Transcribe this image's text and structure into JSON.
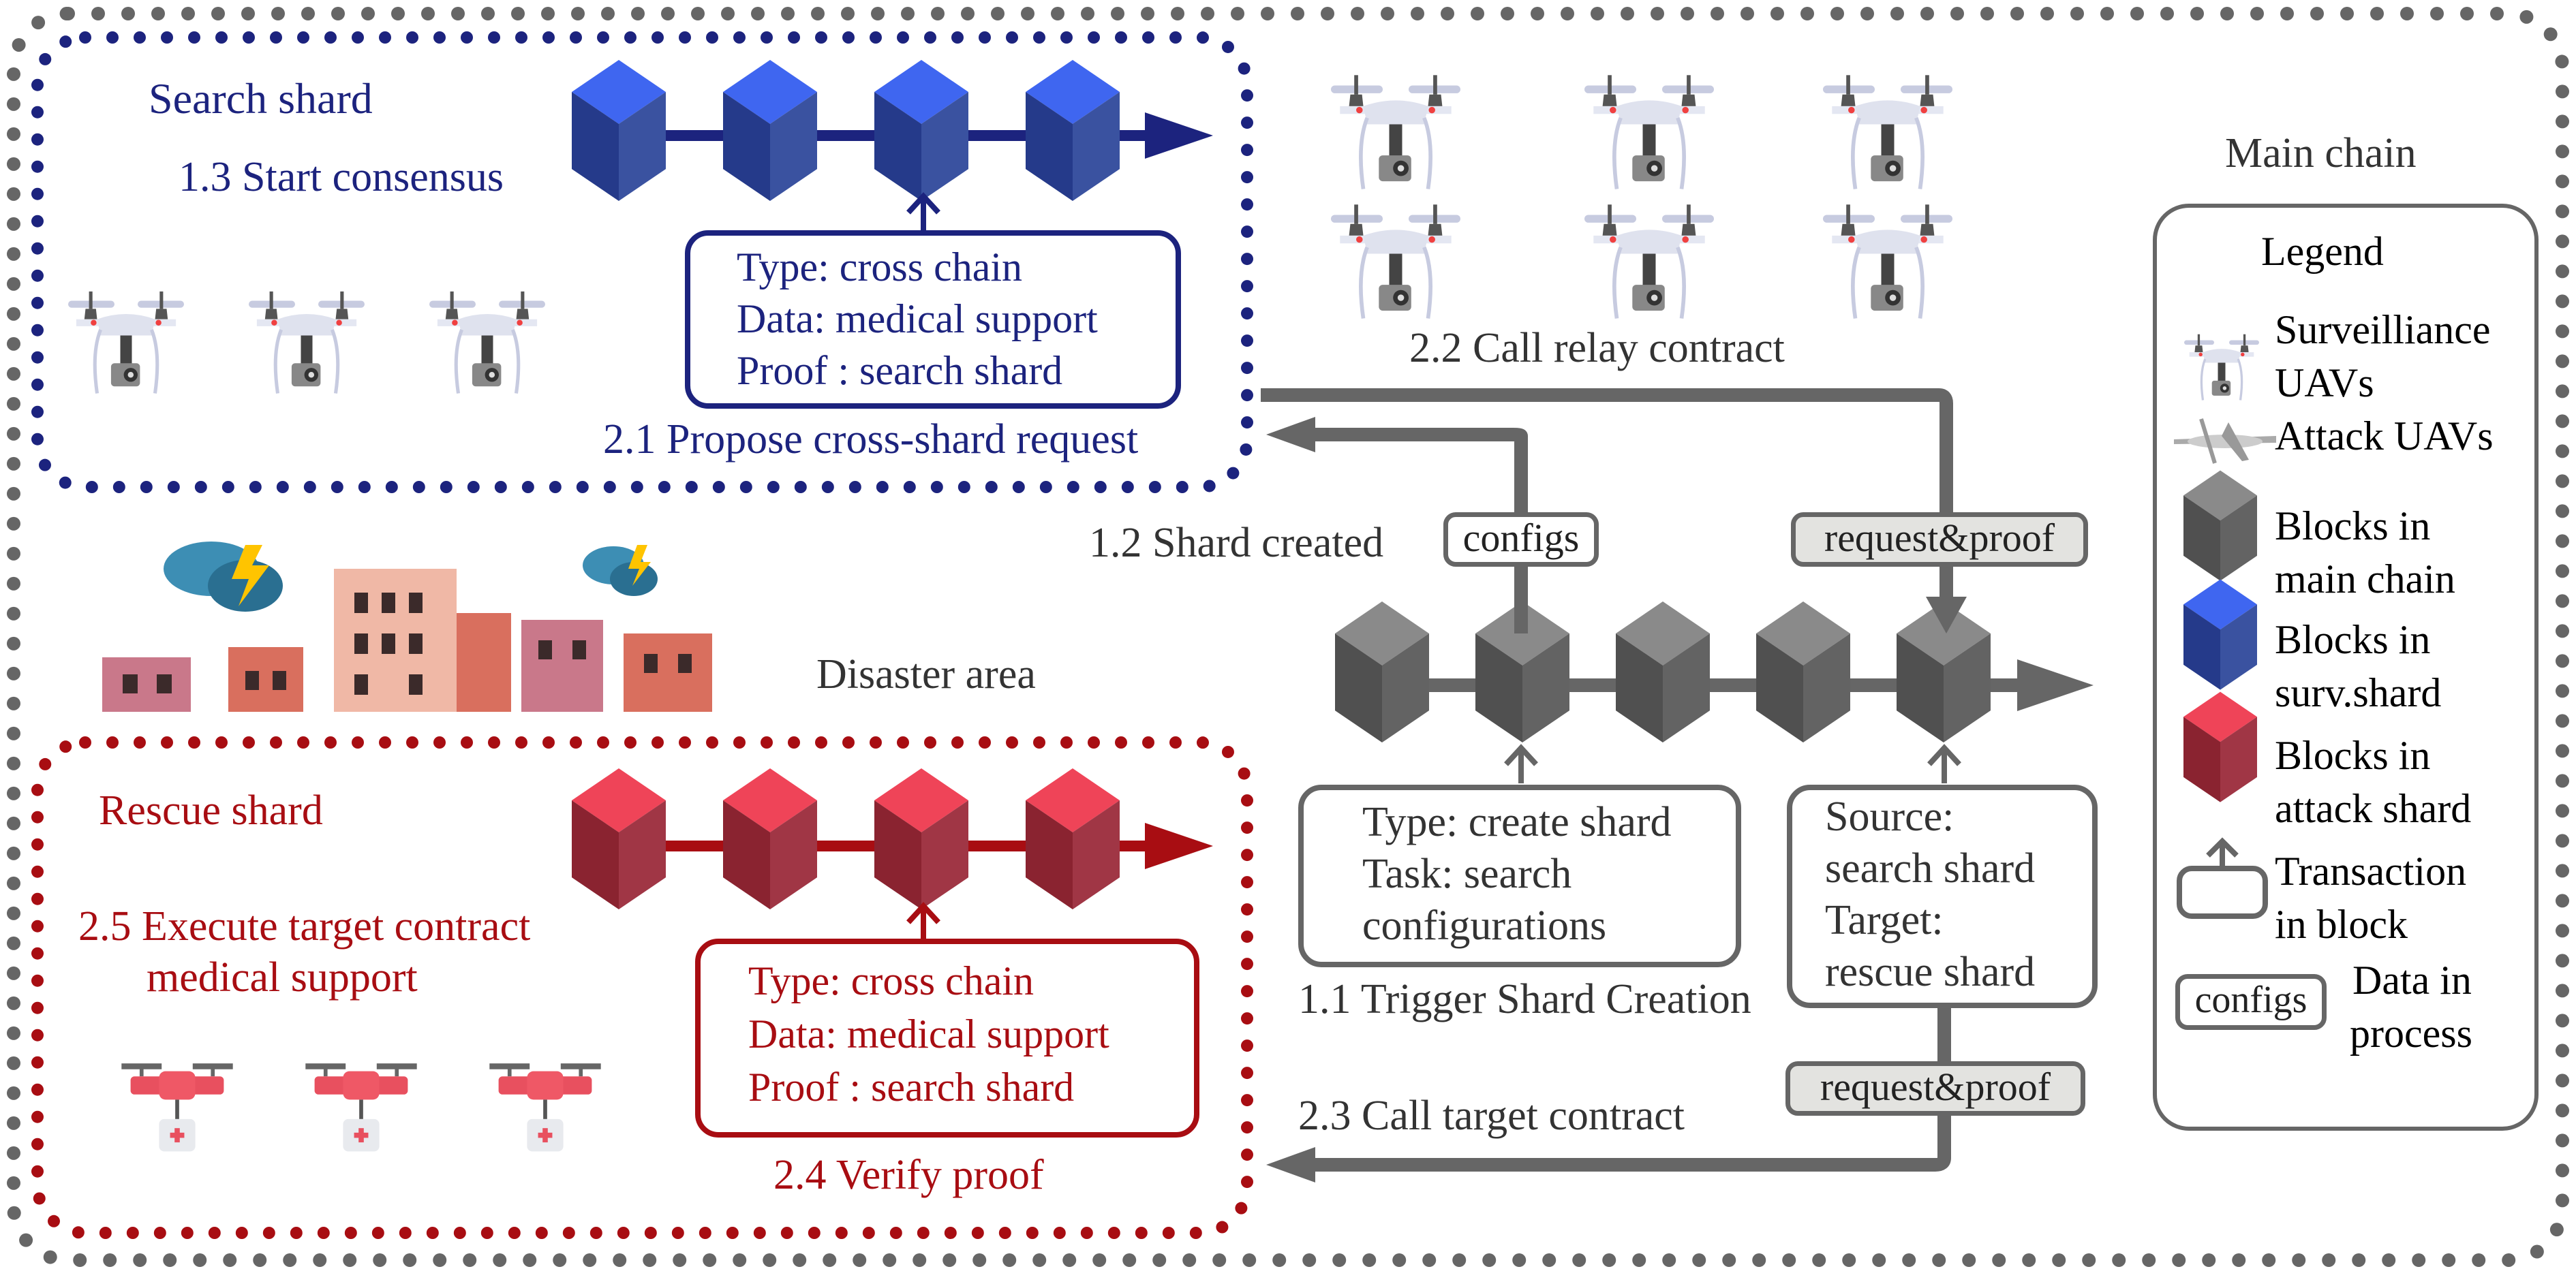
{
  "main_chain": {
    "title": "Main chain",
    "block_count": 5,
    "transactions": {
      "create_shard": [
        "Type: create shard",
        "Task: search",
        "configurations"
      ],
      "cross_shard": [
        "Source:",
        "search shard",
        "Target:",
        "rescue shard"
      ]
    },
    "steps": {
      "s1_1": "1.1 Trigger Shard Creation",
      "s1_2": "1.2 Shard created",
      "s2_2": "2.2 Call relay contract",
      "s2_3": "2.3 Call target contract"
    },
    "tags": {
      "configs": "configs",
      "request_proof_top": "request&proof",
      "request_proof_bottom": "request&proof"
    },
    "colors": {
      "block": "#5a5a5a",
      "arrow": "#666666"
    }
  },
  "search_shard": {
    "title": "Search shard",
    "step_consensus": "1.3 Start consensus",
    "step_propose": "2.1 Propose cross-shard request",
    "block_count": 4,
    "uav_count": 3,
    "transaction": [
      "Type: cross chain",
      "Data: medical support",
      "Proof : search shard"
    ],
    "colors": {
      "accent": "#1c237e",
      "block_top": "#3f66f0",
      "block_left": "#253a8a",
      "block_right": "#3a52a0"
    }
  },
  "rescue_shard": {
    "title": "Rescue shard",
    "step_execute": [
      "2.5 Execute target contract",
      "medical support"
    ],
    "step_verify": "2.4 Verify proof",
    "block_count": 4,
    "uav_count": 3,
    "transaction": [
      "Type: cross chain",
      "Data: medical support",
      "Proof : search shard"
    ],
    "colors": {
      "accent": "#a80d12",
      "block_top": "#ef4458",
      "block_left": "#8a2330",
      "block_right": "#a03645"
    }
  },
  "disaster_area": {
    "label": "Disaster area"
  },
  "surveillance_uavs": {
    "count": 6
  },
  "legend": {
    "title": "Legend",
    "items": [
      {
        "icon": "surveillance-uav-icon",
        "label": [
          "Surveilliance",
          "UAVs"
        ]
      },
      {
        "icon": "attack-uav-icon",
        "label": [
          "Attack UAVs"
        ]
      },
      {
        "icon": "main-chain-block-icon",
        "label": [
          "Blocks in",
          "main chain"
        ]
      },
      {
        "icon": "surv-shard-block-icon",
        "label": [
          "Blocks in",
          "surv.shard"
        ]
      },
      {
        "icon": "attack-shard-block-icon",
        "label": [
          "Blocks in",
          "attack shard"
        ]
      },
      {
        "icon": "transaction-icon",
        "label": [
          "Transaction",
          "in block"
        ]
      },
      {
        "icon": "data-tag-icon",
        "tag": "configs",
        "label": [
          "Data in",
          "process"
        ]
      }
    ]
  }
}
